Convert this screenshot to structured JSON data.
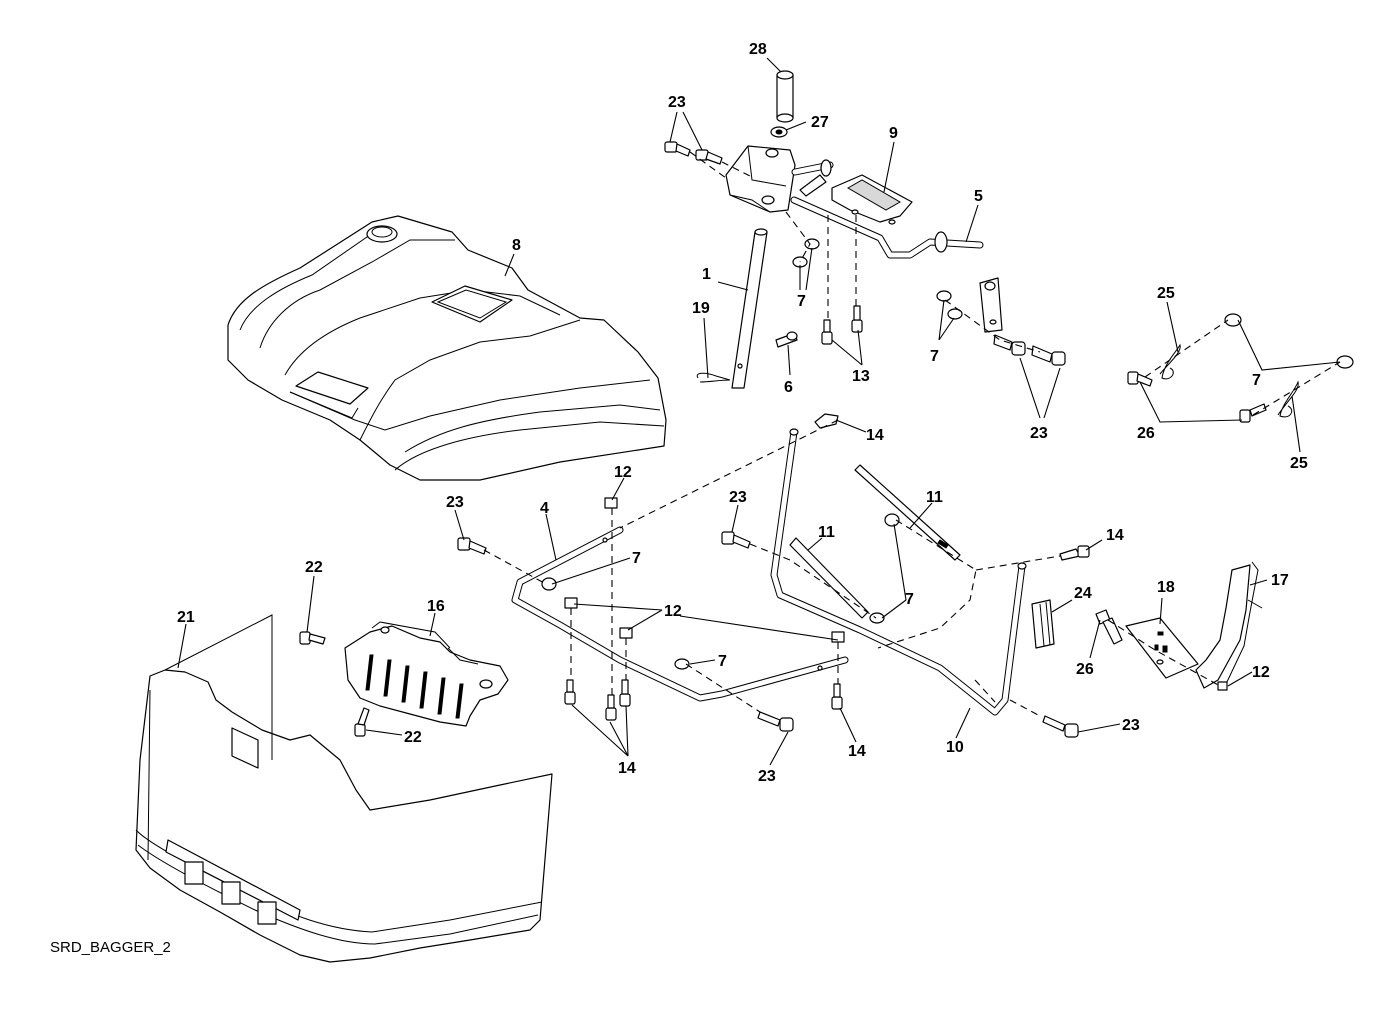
{
  "drawing_ref": "SRD_BAGGER_2",
  "callouts": [
    {
      "label": "28"
    },
    {
      "label": "27"
    },
    {
      "label": "23"
    },
    {
      "label": "9"
    },
    {
      "label": "8"
    },
    {
      "label": "5"
    },
    {
      "label": "1"
    },
    {
      "label": "7"
    },
    {
      "label": "19"
    },
    {
      "label": "13"
    },
    {
      "label": "6"
    },
    {
      "label": "7"
    },
    {
      "label": "23"
    },
    {
      "label": "25"
    },
    {
      "label": "7"
    },
    {
      "label": "26"
    },
    {
      "label": "25"
    },
    {
      "label": "14"
    },
    {
      "label": "12"
    },
    {
      "label": "23"
    },
    {
      "label": "4"
    },
    {
      "label": "23"
    },
    {
      "label": "11"
    },
    {
      "label": "11"
    },
    {
      "label": "7"
    },
    {
      "label": "7"
    },
    {
      "label": "14"
    },
    {
      "label": "22"
    },
    {
      "label": "16"
    },
    {
      "label": "21"
    },
    {
      "label": "12"
    },
    {
      "label": "24"
    },
    {
      "label": "18"
    },
    {
      "label": "17"
    },
    {
      "label": "7"
    },
    {
      "label": "26"
    },
    {
      "label": "12"
    },
    {
      "label": "22"
    },
    {
      "label": "14"
    },
    {
      "label": "10"
    },
    {
      "label": "23"
    },
    {
      "label": "14"
    },
    {
      "label": "23"
    }
  ]
}
